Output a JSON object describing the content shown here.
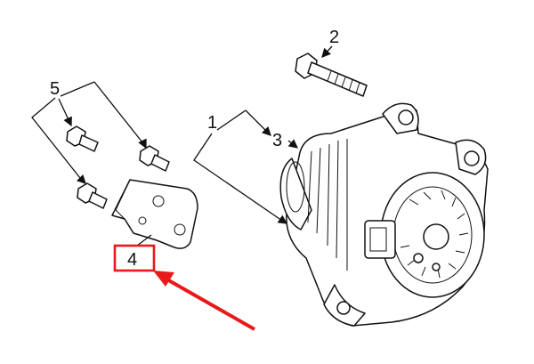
{
  "callouts": {
    "alternator_assembly": "1",
    "bolt": "2",
    "alternator": "3",
    "bracket": "4",
    "bolts_group": "5"
  },
  "highlight_color": "#e8191b"
}
